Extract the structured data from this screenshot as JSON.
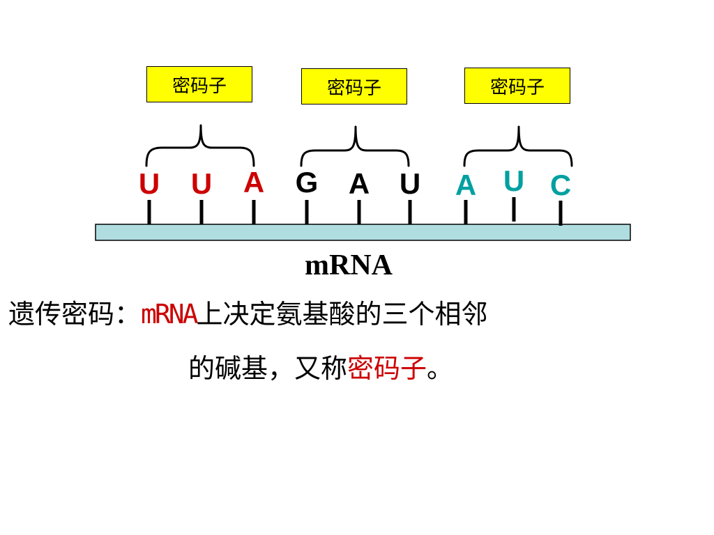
{
  "codon_boxes": [
    {
      "label": "密码子"
    },
    {
      "label": "密码子"
    },
    {
      "label": "密码子"
    }
  ],
  "bases": [
    {
      "letter": "U",
      "color": "#cc0000"
    },
    {
      "letter": "U",
      "color": "#cc0000"
    },
    {
      "letter": "A",
      "color": "#cc0000"
    },
    {
      "letter": "G",
      "color": "#000000"
    },
    {
      "letter": "A",
      "color": "#000000"
    },
    {
      "letter": "U",
      "color": "#000000"
    },
    {
      "letter": "A",
      "color": "#00a0a0"
    },
    {
      "letter": "U",
      "color": "#00a0a0"
    },
    {
      "letter": "C",
      "color": "#00a0a0"
    }
  ],
  "strand": {
    "label": "mRNA",
    "fill_color": "#b0dde0"
  },
  "definition": {
    "term": "遗传密码：",
    "highlight_mrna": "mRNA",
    "line1_rest": "上决定氨基酸的三个相邻",
    "line2_start": "的碱基，又称",
    "highlight_codon": "密码子",
    "line2_end": "。"
  }
}
